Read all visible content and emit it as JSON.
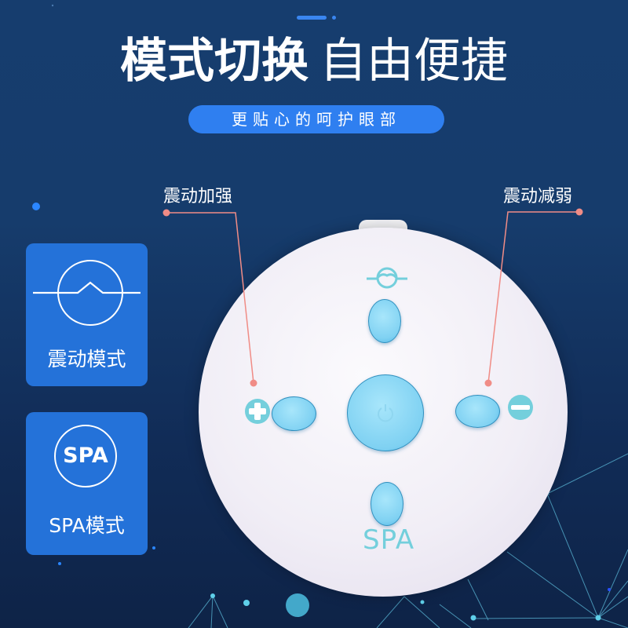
{
  "header": {
    "title_bold": "模式切换",
    "title_light": "自由便捷",
    "subtitle": "更贴心的呵护眼部"
  },
  "callouts": {
    "left": {
      "label": "震动加强"
    },
    "right": {
      "label": "震动减弱"
    }
  },
  "mode_cards": [
    {
      "label": "震动模式",
      "icon": "vibration-wave-icon"
    },
    {
      "label": "SPA模式",
      "icon": "spa-circle-icon",
      "icon_text": "SPA"
    }
  ],
  "device": {
    "spa_label": "SPA",
    "buttons": [
      "vibration-mode",
      "increase",
      "power",
      "decrease",
      "spa-mode"
    ]
  },
  "colors": {
    "background_top": "#163d6e",
    "background_bottom": "#0e2347",
    "accent_blue": "#2f7ff0",
    "card_blue": "#2472d9",
    "callout_line": "#f08c86",
    "button_cyan": "#7fd1f2",
    "device_icon_teal": "#74cfdc"
  }
}
